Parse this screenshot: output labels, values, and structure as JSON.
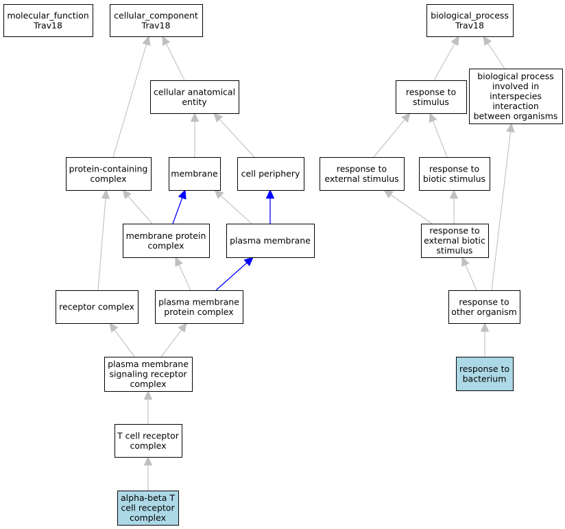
{
  "colors": {
    "background": "#ffffff",
    "node_fill_default": "#ffffff",
    "node_fill_highlight": "#add8e6",
    "node_border": "#000000",
    "edge_default": "#c0c0c0",
    "edge_highlight": "#0000ff"
  },
  "nodes": [
    {
      "id": "molecular_function",
      "lines": [
        "molecular_function",
        "Trav18"
      ],
      "highlight": false
    },
    {
      "id": "cellular_component",
      "lines": [
        "cellular_component",
        "Trav18"
      ],
      "highlight": false
    },
    {
      "id": "biological_process",
      "lines": [
        "biological_process",
        "Trav18"
      ],
      "highlight": false
    },
    {
      "id": "cellular_anatomical_entity",
      "lines": [
        "cellular anatomical",
        "entity"
      ],
      "highlight": false
    },
    {
      "id": "response_to_stimulus",
      "lines": [
        "response to",
        "stimulus"
      ],
      "highlight": false
    },
    {
      "id": "bp_interspecies",
      "lines": [
        "biological process",
        "involved in",
        "interspecies",
        "interaction",
        "between organisms"
      ],
      "highlight": false
    },
    {
      "id": "protein_containing_complex",
      "lines": [
        "protein-containing",
        "complex"
      ],
      "highlight": false
    },
    {
      "id": "membrane",
      "lines": [
        "membrane"
      ],
      "highlight": false
    },
    {
      "id": "cell_periphery",
      "lines": [
        "cell periphery"
      ],
      "highlight": false
    },
    {
      "id": "response_to_external_stimulus",
      "lines": [
        "response to",
        "external stimulus"
      ],
      "highlight": false
    },
    {
      "id": "response_to_biotic_stimulus",
      "lines": [
        "response to",
        "biotic stimulus"
      ],
      "highlight": false
    },
    {
      "id": "membrane_protein_complex",
      "lines": [
        "membrane protein",
        "complex"
      ],
      "highlight": false
    },
    {
      "id": "plasma_membrane",
      "lines": [
        "plasma membrane"
      ],
      "highlight": false
    },
    {
      "id": "response_to_external_biotic_stimulus",
      "lines": [
        "response to",
        "external biotic",
        "stimulus"
      ],
      "highlight": false
    },
    {
      "id": "receptor_complex",
      "lines": [
        "receptor complex"
      ],
      "highlight": false
    },
    {
      "id": "plasma_membrane_protein_complex",
      "lines": [
        "plasma membrane",
        "protein complex"
      ],
      "highlight": false
    },
    {
      "id": "response_to_other_organism",
      "lines": [
        "response to",
        "other organism"
      ],
      "highlight": false
    },
    {
      "id": "pm_signaling_receptor_complex",
      "lines": [
        "plasma membrane",
        "signaling receptor",
        "complex"
      ],
      "highlight": false
    },
    {
      "id": "response_to_bacterium",
      "lines": [
        "response to",
        "bacterium"
      ],
      "highlight": true
    },
    {
      "id": "t_cell_receptor_complex",
      "lines": [
        "T cell receptor",
        "complex"
      ],
      "highlight": false
    },
    {
      "id": "alpha_beta_t_cell_receptor_complex",
      "lines": [
        "alpha-beta T",
        "cell receptor",
        "complex"
      ],
      "highlight": true
    }
  ],
  "edges": [
    {
      "from": "cellular_anatomical_entity",
      "to": "cellular_component",
      "highlight": false
    },
    {
      "from": "protein_containing_complex",
      "to": "cellular_component",
      "highlight": false
    },
    {
      "from": "membrane",
      "to": "cellular_anatomical_entity",
      "highlight": false
    },
    {
      "from": "cell_periphery",
      "to": "cellular_anatomical_entity",
      "highlight": false
    },
    {
      "from": "membrane_protein_complex",
      "to": "protein_containing_complex",
      "highlight": false
    },
    {
      "from": "membrane_protein_complex",
      "to": "membrane",
      "highlight": true
    },
    {
      "from": "plasma_membrane",
      "to": "membrane",
      "highlight": false
    },
    {
      "from": "plasma_membrane",
      "to": "cell_periphery",
      "highlight": true
    },
    {
      "from": "receptor_complex",
      "to": "protein_containing_complex",
      "highlight": false
    },
    {
      "from": "plasma_membrane_protein_complex",
      "to": "membrane_protein_complex",
      "highlight": false
    },
    {
      "from": "plasma_membrane_protein_complex",
      "to": "plasma_membrane",
      "highlight": true
    },
    {
      "from": "pm_signaling_receptor_complex",
      "to": "receptor_complex",
      "highlight": false
    },
    {
      "from": "pm_signaling_receptor_complex",
      "to": "plasma_membrane_protein_complex",
      "highlight": false
    },
    {
      "from": "t_cell_receptor_complex",
      "to": "pm_signaling_receptor_complex",
      "highlight": false
    },
    {
      "from": "alpha_beta_t_cell_receptor_complex",
      "to": "t_cell_receptor_complex",
      "highlight": false
    },
    {
      "from": "response_to_stimulus",
      "to": "biological_process",
      "highlight": false
    },
    {
      "from": "bp_interspecies",
      "to": "biological_process",
      "highlight": false
    },
    {
      "from": "response_to_external_stimulus",
      "to": "response_to_stimulus",
      "highlight": false
    },
    {
      "from": "response_to_biotic_stimulus",
      "to": "response_to_stimulus",
      "highlight": false
    },
    {
      "from": "response_to_external_biotic_stimulus",
      "to": "response_to_external_stimulus",
      "highlight": false
    },
    {
      "from": "response_to_external_biotic_stimulus",
      "to": "response_to_biotic_stimulus",
      "highlight": false
    },
    {
      "from": "response_to_other_organism",
      "to": "response_to_external_biotic_stimulus",
      "highlight": false
    },
    {
      "from": "response_to_other_organism",
      "to": "bp_interspecies",
      "highlight": false
    },
    {
      "from": "response_to_bacterium",
      "to": "response_to_other_organism",
      "highlight": false
    }
  ]
}
